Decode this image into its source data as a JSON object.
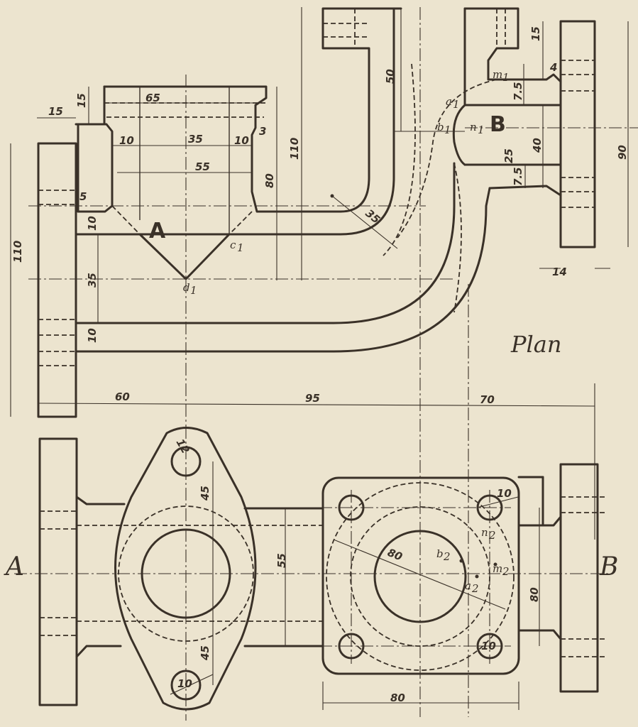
{
  "title": "Plan",
  "parts": {
    "a": "A",
    "b": "B"
  },
  "ends": {
    "left": "A",
    "right": "B"
  },
  "points": {
    "a1": "a",
    "b1": "b",
    "n1": "n",
    "m1": "m",
    "c1": "c",
    "d1": "d",
    "a2": "a",
    "b2": "b",
    "n2": "n",
    "m2": "m",
    "sub1": "1",
    "sub2": "2"
  },
  "dimensions": {
    "d15_left": "15",
    "d15_top": "15",
    "d65": "65",
    "d10_a": "10",
    "d35_top": "35",
    "d10_b": "10",
    "d3": "3",
    "d55_top": "55",
    "d80_mid": "80",
    "d5": "5",
    "d10_c": "10",
    "d35_left": "35",
    "d10_d": "10",
    "d110_left": "110",
    "d110_mid": "110",
    "d50": "50",
    "d15_right": "15",
    "d4": "4",
    "d7_5_a": "7.5",
    "d25": "25",
    "d40": "40",
    "d7_5_b": "7.5",
    "d90": "90",
    "d14": "14",
    "d35_radius": "35",
    "d60": "60",
    "d95": "95",
    "d70": "70",
    "d45_top": "45",
    "d45_bot": "45",
    "d12": "12",
    "d10_hole_bot": "10",
    "d55_mid": "55",
    "d80_diag": "80",
    "d10_hole_tr": "10",
    "d10_hole_br": "10",
    "d80_vert": "80",
    "d80_bottom": "80"
  }
}
